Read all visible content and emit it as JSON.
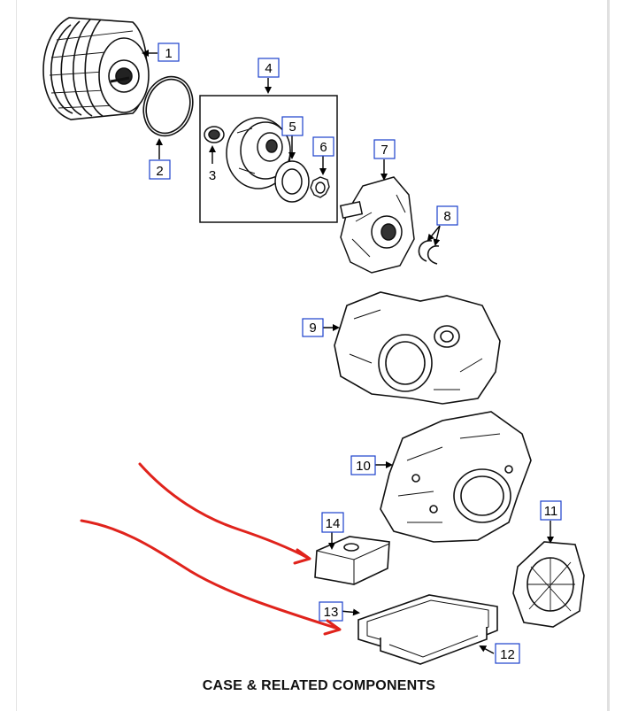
{
  "diagram": {
    "caption": "CASE & RELATED COMPONENTS",
    "callouts": [
      {
        "id": "1",
        "label": "1",
        "boxed": true
      },
      {
        "id": "2",
        "label": "2",
        "boxed": true
      },
      {
        "id": "3",
        "label": "3",
        "boxed": false
      },
      {
        "id": "4",
        "label": "4",
        "boxed": true
      },
      {
        "id": "5",
        "label": "5",
        "boxed": true
      },
      {
        "id": "6",
        "label": "6",
        "boxed": true
      },
      {
        "id": "7",
        "label": "7",
        "boxed": true
      },
      {
        "id": "8",
        "label": "8",
        "boxed": true
      },
      {
        "id": "9",
        "label": "9",
        "boxed": true
      },
      {
        "id": "10",
        "label": "10",
        "boxed": true
      },
      {
        "id": "11",
        "label": "11",
        "boxed": true
      },
      {
        "id": "12",
        "label": "12",
        "boxed": true
      },
      {
        "id": "13",
        "label": "13",
        "boxed": true
      },
      {
        "id": "14",
        "label": "14",
        "boxed": true
      }
    ],
    "annotations": [
      {
        "id": "arrow-to-filter",
        "color": "#e0231c"
      },
      {
        "id": "arrow-to-gasket",
        "color": "#e0231c"
      }
    ],
    "callout_color": "#1a3fcc"
  }
}
